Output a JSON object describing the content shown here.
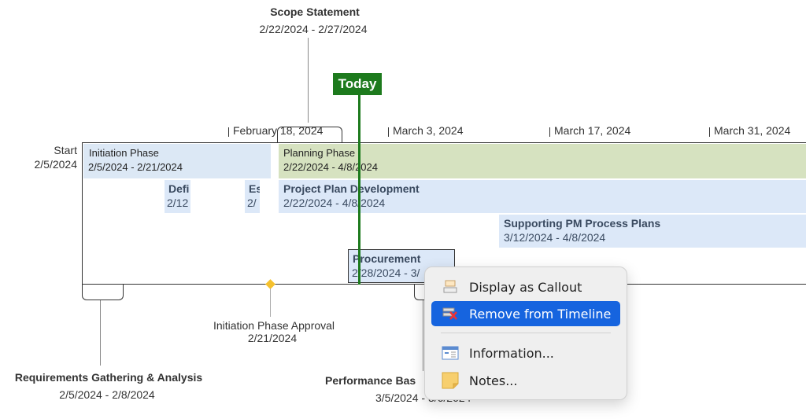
{
  "callouts": {
    "scope": {
      "title": "Scope Statement",
      "dates": "2/22/2024 - 2/27/2024"
    },
    "requirements": {
      "title": "Requirements Gathering & Analysis",
      "dates": "2/5/2024 - 2/8/2024"
    },
    "performance": {
      "title": "Performance Bas",
      "dates": "3/5/2024 - 3/6/2024"
    }
  },
  "today": {
    "label": "Today"
  },
  "timeline": {
    "start_label": "Start",
    "start_date": "2/5/2024",
    "ticks": [
      "February 18, 2024",
      "March 3, 2024",
      "March 17, 2024",
      "March 31, 2024"
    ]
  },
  "phases": [
    {
      "name": "Initiation Phase",
      "dates": "2/5/2024 - 2/21/2024",
      "color": "#dce8f5"
    },
    {
      "name": "Planning Phase",
      "dates": "2/22/2024 - 4/8/2024",
      "color": "#d6e2c0"
    }
  ],
  "tasks": {
    "define": {
      "name": "Defi",
      "dates": "2/12"
    },
    "establish": {
      "name": "Es",
      "dates": "2/"
    },
    "project_plan": {
      "name": "Project Plan Development",
      "dates": "2/22/2024 - 4/8/2024"
    },
    "supporting": {
      "name": "Supporting PM Process Plans",
      "dates": "3/12/2024 - 4/8/2024"
    },
    "procurement": {
      "name": "Procurement",
      "dates": "2/28/2024 - 3/"
    }
  },
  "milestone": {
    "name": "Initiation Phase Approval",
    "date": "2/21/2024",
    "color": "#f5c12e"
  },
  "context_menu": {
    "items": [
      {
        "label": "Display as Callout",
        "icon": "callout-icon"
      },
      {
        "label": "Remove from Timeline",
        "icon": "remove-timeline-icon"
      },
      {
        "label": "Information...",
        "icon": "information-icon"
      },
      {
        "label": "Notes...",
        "icon": "notes-icon"
      }
    ]
  },
  "colors": {
    "today_green": "#1d7a1d",
    "task_blue": "#dce8f8",
    "highlight": "#1664df"
  }
}
